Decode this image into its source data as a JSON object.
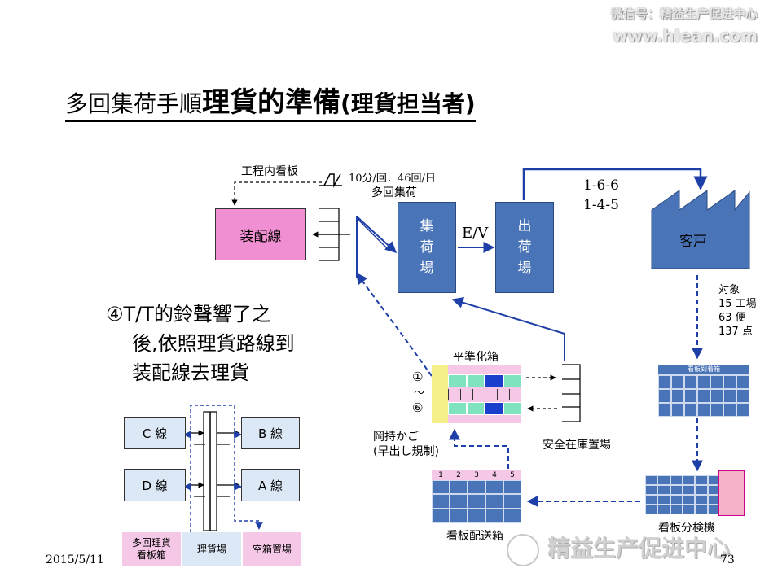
{
  "watermark": {
    "wechat": "微信号：精益生产促进中心",
    "site": "www.hlean.com",
    "bottom": "精益生产促进中心"
  },
  "title": {
    "prefix": "多回集荷手順",
    "main": "理貨的準備",
    "suffix": "(理貨担当者)"
  },
  "process": {
    "kanban_label": "工程内看板",
    "frequency_1": "10分/回．46回/日",
    "frequency_2": "多回集荷",
    "assembly": "装配線",
    "shuka": [
      "集",
      "荷",
      "場"
    ],
    "ev": "E/V",
    "shukka": [
      "出",
      "荷",
      "場"
    ],
    "route_1": "1-6-6",
    "route_2": "1-4-5",
    "customer": "客戸",
    "target_title": "対象",
    "target_plants": "15 工場",
    "target_trips": "63 便",
    "target_points": "137 点"
  },
  "note": {
    "line1": "④T/T的鈴聲響了之",
    "line2": "後,依照理貨路線到",
    "line3": "装配線去理貨"
  },
  "leveling": {
    "label": "平準化箱",
    "mark_1": "①",
    "mark_tilde": "～",
    "mark_6": "⑥",
    "okamochi_1": "岡持かご",
    "okamochi_2": "(早出し規制)",
    "safety": "安全在庫置場"
  },
  "kanban": {
    "arrival_box": "看板到着箱",
    "sorter": "看板分検機",
    "delivery_box": "看板配送箱",
    "delivery_headers": [
      "1",
      "2",
      "3",
      "4",
      "5"
    ]
  },
  "layout_map": {
    "c_line": "C 線",
    "b_line": "B 線",
    "d_line": "D 線",
    "a_line": "A 線",
    "legend_1": "多回理貨",
    "legend_1b": "看板箱",
    "legend_2": "理貨場",
    "legend_3": "空箱置場"
  },
  "footer": {
    "date": "2015/5/11",
    "page": "73"
  },
  "colors": {
    "pink": "#f08fd2",
    "blue": "#4a74b8",
    "dark_blue": "#1f3fa8",
    "yellow": "#f5f08a",
    "green": "#7fe3c0"
  }
}
